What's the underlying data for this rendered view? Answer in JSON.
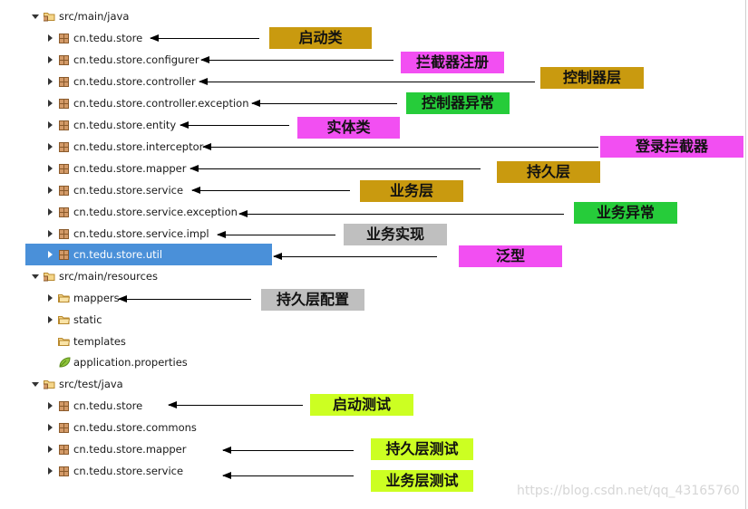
{
  "tree": {
    "src_main_java": "src/main/java",
    "pkg_store": "cn.tedu.store",
    "pkg_configurer": "cn.tedu.store.configurer",
    "pkg_controller": "cn.tedu.store.controller",
    "pkg_controller_exception": "cn.tedu.store.controller.exception",
    "pkg_entity": "cn.tedu.store.entity",
    "pkg_interceptor": "cn.tedu.store.interceptor",
    "pkg_mapper": "cn.tedu.store.mapper",
    "pkg_service": "cn.tedu.store.service",
    "pkg_service_exception": "cn.tedu.store.service.exception",
    "pkg_service_impl": "cn.tedu.store.service.impl",
    "pkg_util": "cn.tedu.store.util",
    "src_main_resources": "src/main/resources",
    "folder_mappers": "mappers",
    "folder_static": "static",
    "folder_templates": "templates",
    "file_properties": "application.properties",
    "src_test_java": "src/test/java",
    "test_pkg_store": "cn.tedu.store",
    "test_pkg_commons": "cn.tedu.store.commons",
    "test_pkg_mapper": "cn.tedu.store.mapper",
    "test_pkg_service": "cn.tedu.store.service"
  },
  "annotations": {
    "startup_class": "启动类",
    "interceptor_registry": "拦截器注册",
    "controller_layer": "控制器层",
    "controller_exception": "控制器异常",
    "entity_class": "实体类",
    "login_interceptor": "登录拦截器",
    "persistence_layer": "持久层",
    "service_layer": "业务层",
    "service_exception": "业务异常",
    "service_impl": "业务实现",
    "generics": "泛型",
    "persistence_config": "持久层配置",
    "startup_test": "启动测试",
    "persistence_test": "持久层测试",
    "service_test": "业务层测试"
  },
  "watermark": "https://blog.csdn.net/qq_43165760",
  "colors": {
    "selection": "#4a90d9",
    "tag_gold": "#c99a0f",
    "tag_pink": "#f24ff2",
    "tag_green": "#26cc3a",
    "tag_gray": "#bfbfbf",
    "tag_lime": "#ccff22"
  },
  "icons": {
    "source_folder": "source-folder-icon",
    "package": "package-icon",
    "folder": "folder-icon",
    "properties": "properties-file-icon",
    "test_source_folder": "test-source-folder-icon"
  }
}
